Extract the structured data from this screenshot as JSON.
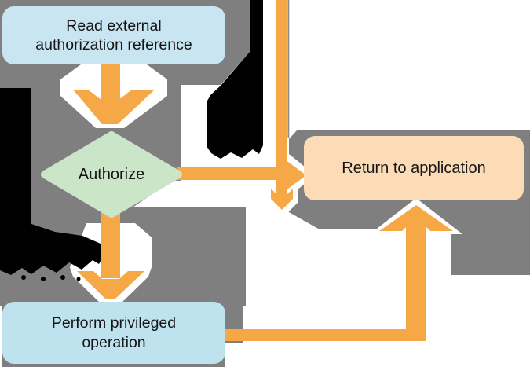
{
  "diagram": {
    "type": "flowchart",
    "nodes": {
      "read": {
        "line1": "Read external",
        "line2": "authorization reference"
      },
      "authorize": {
        "label": "Authorize"
      },
      "return_app": {
        "label": "Return to application"
      },
      "perform": {
        "line1": "Perform privileged",
        "line2": "operation"
      }
    },
    "colors": {
      "backdrop_gray": "#7f7f7f",
      "arrow_orange": "#f5a845",
      "process_blue": "#c8e5f1",
      "decision_green": "#cbe5c9",
      "terminal_peach": "#fbdcb7",
      "artifact_black": "#000000",
      "text": "#151515"
    }
  }
}
